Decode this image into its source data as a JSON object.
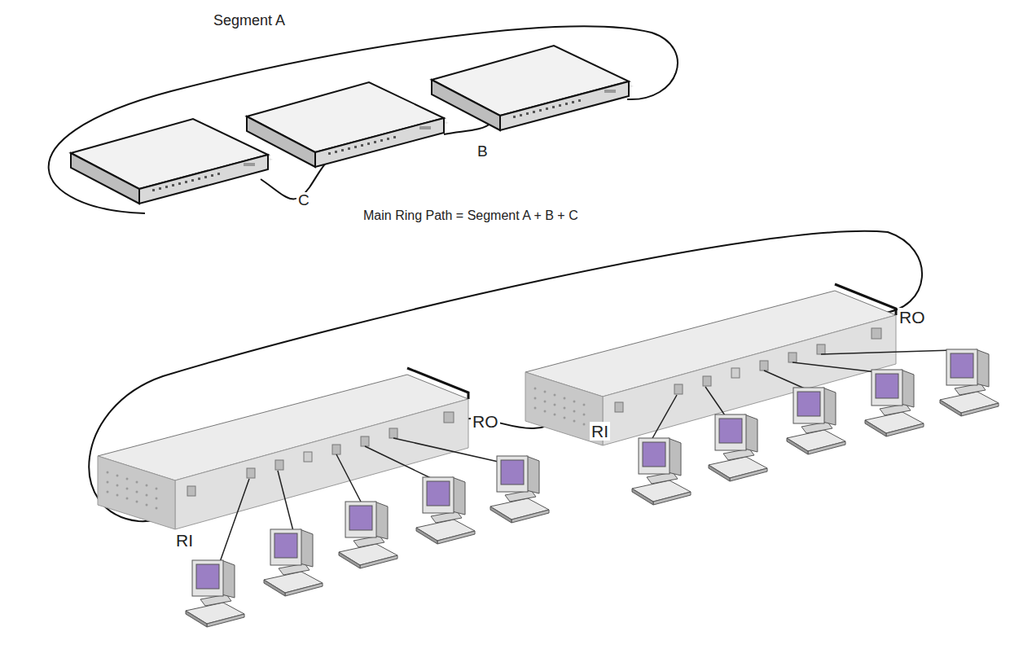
{
  "diagram": {
    "labels": [
      "Segment A",
      "C",
      "B",
      "Main Ring Path = Segment A + B + C",
      "RO",
      "RO",
      "RI",
      "RI"
    ]
  }
}
